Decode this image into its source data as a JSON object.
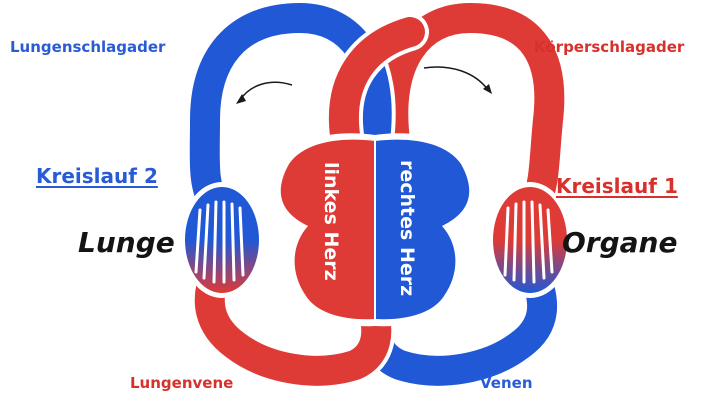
{
  "labels": {
    "lungenschlagader": "Lungenschlagader",
    "koerperschlagader": "Körperschlagader",
    "kreislauf2": "Kreislauf 2",
    "kreislauf1": "Kreislauf 1",
    "lunge": "Lunge",
    "organe": "Organe",
    "lungenvene": "Lungenvene",
    "venen": "Venen",
    "linkes_herz": "linkes Herz",
    "rechtes_herz": "rechtes Herz"
  },
  "colors": {
    "oxygen_rich": "#de3a36",
    "oxygen_poor": "#2058d6",
    "label_blue": "#2a5bd7",
    "label_red": "#d8302a"
  }
}
